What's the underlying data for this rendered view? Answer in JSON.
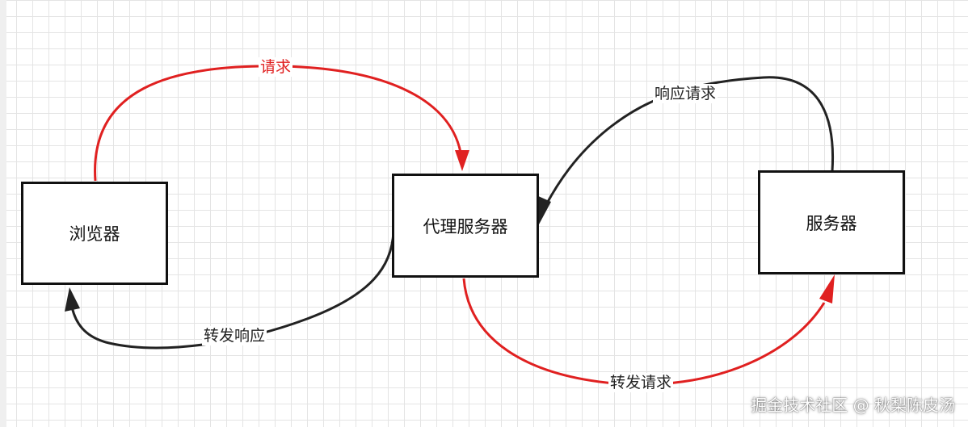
{
  "nodes": {
    "browser": "浏览器",
    "proxy": "代理服务器",
    "server": "服务器"
  },
  "edges": {
    "request": "请求",
    "response_request": "响应请求",
    "forward_response": "转发响应",
    "forward_request": "转发请求"
  },
  "colors": {
    "request_arrow": "#e02020",
    "response_arrow": "#222222"
  },
  "watermark": "掘金技术社区 @ 秋梨陈皮汤"
}
